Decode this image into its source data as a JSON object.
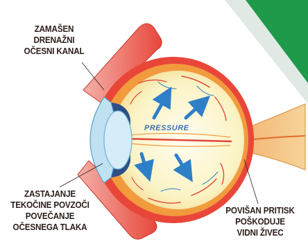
{
  "labels": {
    "top": [
      "ZAMAŠEN",
      "DRENAŽNI",
      "OČESNI KANAL"
    ],
    "bottom": [
      "ZASTAJANJE",
      "TEKOČINE POVZOČI",
      "POVEČANJE",
      "OČESNEGA TLAKA"
    ],
    "right": [
      "POVIŠAN PRITISK",
      "POŠKODUJE",
      "VIDNI ŽIVEC"
    ],
    "pressure": "PRESSURE"
  },
  "colors": {
    "sclera": "#e9463a",
    "vitreous": "#fbf6d2",
    "cornea": "#bfe1f1",
    "arrows": "#2f7fc8",
    "corner_green": "#1e9a4a"
  }
}
